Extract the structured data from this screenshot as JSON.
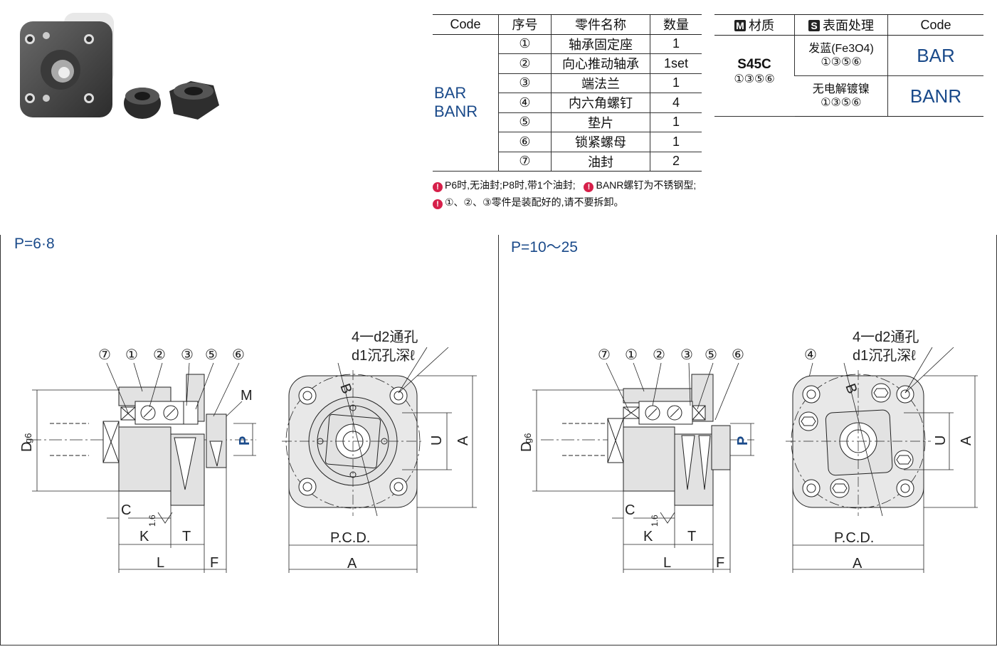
{
  "parts_table": {
    "headers": [
      "Code",
      "序号",
      "零件名称",
      "数量"
    ],
    "codes": [
      "BAR",
      "BANR"
    ],
    "rows": [
      {
        "no": "①",
        "name": "轴承固定座",
        "qty": "1"
      },
      {
        "no": "②",
        "name": "向心推动轴承",
        "qty": "1set"
      },
      {
        "no": "③",
        "name": "端法兰",
        "qty": "1"
      },
      {
        "no": "④",
        "name": "内六角螺钉",
        "qty": "4"
      },
      {
        "no": "⑤",
        "name": "垫片",
        "qty": "1"
      },
      {
        "no": "⑥",
        "name": "锁紧螺母",
        "qty": "1"
      },
      {
        "no": "⑦",
        "name": "油封",
        "qty": "2"
      }
    ]
  },
  "material_table": {
    "material_badge": "M",
    "surface_badge": "S",
    "headers": [
      "材质",
      "表面处理",
      "Code"
    ],
    "material": "S45C",
    "material_parts": "①③⑤⑥",
    "rows": [
      {
        "surface": "发蓝(Fe3O4)",
        "parts": "①③⑤⑥",
        "code": "BAR"
      },
      {
        "surface": "无电解镀镍",
        "parts": "①③⑤⑥",
        "code": "BANR"
      }
    ]
  },
  "notes": [
    {
      "icon": "!",
      "text": "P6时,无油封;P8时,带1个油封;"
    },
    {
      "icon": "!",
      "text": "BANR螺钉为不锈钢型;"
    },
    {
      "icon": "!",
      "text": "①、②、③零件是装配好的,请不要拆卸。"
    }
  ],
  "panels": [
    {
      "title": "P=6·8",
      "callouts": [
        "⑦",
        "①",
        "②",
        "③",
        "⑤",
        "⑥"
      ],
      "label_m": "M",
      "hole_note_1": "4一d2通孔",
      "hole_note_2": "d1沉孔深ℓ",
      "dims": {
        "D": "D",
        "D_sub": "g6",
        "P": "P",
        "C": "C",
        "R": "1.6",
        "K": "K",
        "T": "T",
        "L": "L",
        "F": "F",
        "U": "U",
        "A_side": "A",
        "PCD": "P.C.D.",
        "A_bottom": "A",
        "B": "B"
      }
    },
    {
      "title": "P=10～25",
      "callouts": [
        "⑦",
        "①",
        "②",
        "③",
        "⑤",
        "⑥"
      ],
      "extra_callout": "④",
      "hole_note_1": "4一d2通孔",
      "hole_note_2": "d1沉孔深ℓ",
      "dims": {
        "D": "D",
        "D_sub": "g6",
        "P": "P",
        "C": "C",
        "R": "1.6",
        "K": "K",
        "T": "T",
        "L": "L",
        "F": "F",
        "U": "U",
        "A_side": "A",
        "PCD": "P.C.D.",
        "A_bottom": "A",
        "B": "B"
      }
    }
  ]
}
